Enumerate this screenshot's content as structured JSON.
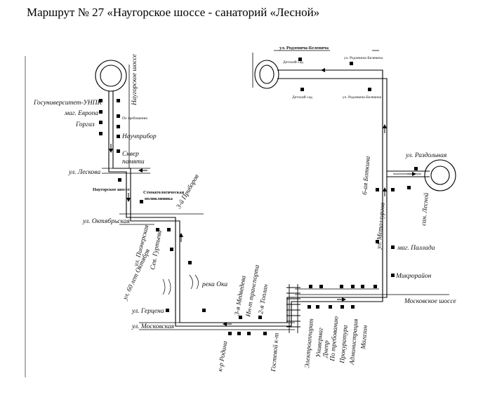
{
  "title": "Маршрут № 27 «Наугорское шоссе - санаторий «Лесной»",
  "labels": {
    "rodzevich_top": "ул. Родзевича-Белевича",
    "detsky_sad_1": "Детский сад",
    "rodzevich_stop_1": "ул. Родзевича-Белевича",
    "detsky_sad_2": "Детский сад",
    "rodzevich_stop_2": "ул. Родзевича-Белевича",
    "naugorskoe_shosse_v": "Наугорское шоссе",
    "gosuniversitet": "Госуниверситет-УНПК",
    "evropa": "маг. Европа",
    "po_trebovaniyu_1": "По требованию",
    "gorgaz": "Горгаз",
    "naucpribor": "Научприбор",
    "skver_1": "Сквер",
    "skver_2": "памяти",
    "leskova": "ул. Лескова",
    "naugorskoe_stop": "Наугорское шоссе",
    "stomatolog_1": "Стоматологическая",
    "stomatolog_2": "поликлиника",
    "pr_priborov": "3-й Приборов",
    "oktyabrskaya": "ул. Октябрьская",
    "pionerskaya": "ул. Пионерская",
    "gurtyeva": "Сев. Гуртьева",
    "let_60": "ул. 60 лет Октября",
    "reka_oka": "река Ока",
    "gertsena": "ул. Герцена",
    "moskovskaya": "ул. Московская",
    "medvedeva": "3-я Медведева",
    "transporta": "Ин-т транспорта",
    "toplan": "2-я Топлан",
    "rodina": "к-р Родина",
    "gostiny": "Гостевой к-т",
    "elektro": "Электроаппарат",
    "univermag": "Универмаг",
    "univermag_2": "Днепр",
    "po_trebovaniyu_2": "По требованию",
    "prokuratura": "Прокуратура",
    "administratsiya": "Администрация",
    "magazin": "Магазин",
    "moskovskoe_shosse": "Московское шоссе",
    "mikrorayon": "Микрорайон",
    "mag_pallada": "маг. Паллада",
    "metallurgov": "ул. Металлургов",
    "botkina": "6-ая Боткина",
    "razdolnaya": "ул. Раздольная",
    "san_lesnoy": "сан. Лесной"
  }
}
